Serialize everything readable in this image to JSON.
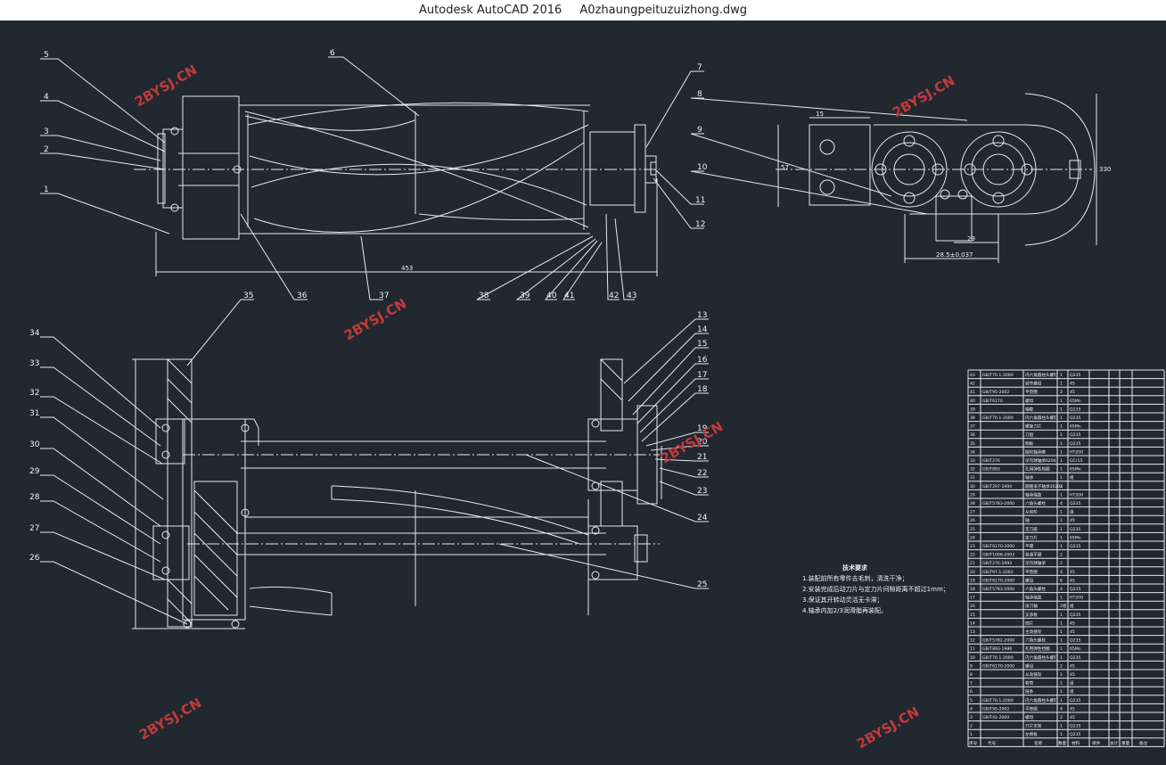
{
  "window": {
    "app_title": "Autodesk AutoCAD 2016",
    "file_name": "A0zhaungpeituzuizhong.dwg"
  },
  "colors": {
    "background": "#212830",
    "line": "#e8e8e8",
    "watermark": "#c23a3a"
  },
  "watermark": "2BYSJ.CN",
  "dimensions": {
    "top_length": "453",
    "right_width": "29",
    "right_dist": "28.5±0.037",
    "right_small": "15",
    "right_height": "57",
    "right_total": "330"
  },
  "callouts_top": [
    "5",
    "4",
    "3",
    "2",
    "1",
    "6",
    "7",
    "8",
    "9",
    "10",
    "11",
    "12",
    "36",
    "37",
    "38",
    "39",
    "40",
    "41",
    "42",
    "43"
  ],
  "callouts_bottom": [
    "35",
    "34",
    "33",
    "32",
    "31",
    "30",
    "29",
    "28",
    "27",
    "26",
    "13",
    "14",
    "15",
    "16",
    "17",
    "18",
    "19",
    "20",
    "21",
    "22",
    "23",
    "24",
    "25"
  ],
  "tech_requirements": {
    "heading": "技术要求",
    "items": [
      "1.装配前所有零件去毛刺，清洗干净；",
      "2.安装完成后动刀片与定刀片间隙距离不超过1mm；",
      "3.保证其开转动灵活无卡滞；",
      "4.轴承内加2/3润滑脂再装配。"
    ]
  },
  "parts_table": {
    "rows": [
      [
        "43",
        "GB/T70.1-2000",
        "内六角圆柱头螺钉",
        "1",
        "Q235"
      ],
      [
        "42",
        "",
        "调节螺母",
        "1",
        "45"
      ],
      [
        "41",
        "GB/T95-2002",
        "平垫圈",
        "2",
        "45"
      ],
      [
        "40",
        "GB/T6170",
        "螺母",
        "1",
        "65Mn"
      ],
      [
        "39",
        "",
        "轴套",
        "1",
        "Q235"
      ],
      [
        "38",
        "GB/T70.1-2000",
        "内六角圆柱头螺钉",
        "1",
        "Q235"
      ],
      [
        "37",
        "",
        "螺旋刀片",
        "1",
        "65Mn"
      ],
      [
        "36",
        "",
        "刀盘",
        "1",
        "Q235"
      ],
      [
        "35",
        "",
        "侧板",
        "1",
        "Q235"
      ],
      [
        "34",
        "",
        "链轮轴承座",
        "1",
        "HT200"
      ],
      [
        "33",
        "GB/T276",
        "深沟球轴承6204",
        "1",
        "GCr15"
      ],
      [
        "32",
        "GB/T893",
        "孔用弹性挡圈",
        "1",
        "65Mn"
      ],
      [
        "31",
        "",
        "轴承",
        "1",
        "组"
      ],
      [
        "30",
        "GB/T297-1994",
        "圆锥滚子轴承30204",
        "2",
        ""
      ],
      [
        "29",
        "",
        "轴承端盖",
        "1",
        "HT200"
      ],
      [
        "28",
        "GB/T5783-2000",
        "六角头螺栓",
        "4",
        "Q235"
      ],
      [
        "27",
        "",
        "从动轮",
        "1",
        "组"
      ],
      [
        "26",
        "",
        "轴",
        "1",
        "45"
      ],
      [
        "25",
        "",
        "定刀座",
        "1",
        "Q235"
      ],
      [
        "24",
        "",
        "定刀片",
        "1",
        "65Mn"
      ],
      [
        "23",
        "GB/T6170-2000",
        "平键",
        "1",
        "Q235"
      ],
      [
        "22",
        "GB/T1096-2003",
        "普通平键",
        "2",
        ""
      ],
      [
        "21",
        "GB/T276-1994",
        "深沟球轴承",
        "2",
        ""
      ],
      [
        "20",
        "GB/T97.1-2002",
        "平垫圈",
        "4",
        "45"
      ],
      [
        "19",
        "GB/T6170-2000",
        "螺母",
        "6",
        "45"
      ],
      [
        "18",
        "GB/T5783-2000",
        "六角头螺栓",
        "4",
        "Q235"
      ],
      [
        "17",
        "",
        "轴承端盖",
        "1",
        "HT200"
      ],
      [
        "16",
        "",
        "滚刀轴",
        "2组",
        "组"
      ],
      [
        "15",
        "",
        "支承板",
        "1",
        "Q235"
      ],
      [
        "14",
        "",
        "挡片",
        "1",
        "45"
      ],
      [
        "13",
        "",
        "主动链轮",
        "1",
        "45"
      ],
      [
        "12",
        "GB/T5782-2000",
        "六角头螺栓",
        "1",
        "Q235"
      ],
      [
        "11",
        "GB/T893-1986",
        "孔用弹性挡圈",
        "1",
        "65Mn"
      ],
      [
        "10",
        "GB/T70.1-2000",
        "内六角圆柱头螺钉",
        "1",
        "Q235"
      ],
      [
        "9",
        "GB/T6170-2000",
        "螺母",
        "2",
        "45"
      ],
      [
        "8",
        "",
        "从动链轮",
        "1",
        "45"
      ],
      [
        "7",
        "",
        "套筒",
        "1",
        "组"
      ],
      [
        "6",
        "",
        "链条",
        "1",
        "组"
      ],
      [
        "5",
        "GB/T70.1-2000",
        "内六角圆柱头螺钉",
        "1",
        "Q235"
      ],
      [
        "4",
        "GB/T95-2002",
        "平垫圈",
        "4",
        "45"
      ],
      [
        "3",
        "GB/T41-2000",
        "螺母",
        "2",
        "45"
      ],
      [
        "2",
        "",
        "刀片支架",
        "1",
        "Q235"
      ],
      [
        "1",
        "",
        "左侧板",
        "1",
        "Q235"
      ]
    ],
    "footer": [
      "序号",
      "代号",
      "名称",
      "数量",
      "材料",
      "单件",
      "总计",
      "重量",
      "备注"
    ]
  }
}
